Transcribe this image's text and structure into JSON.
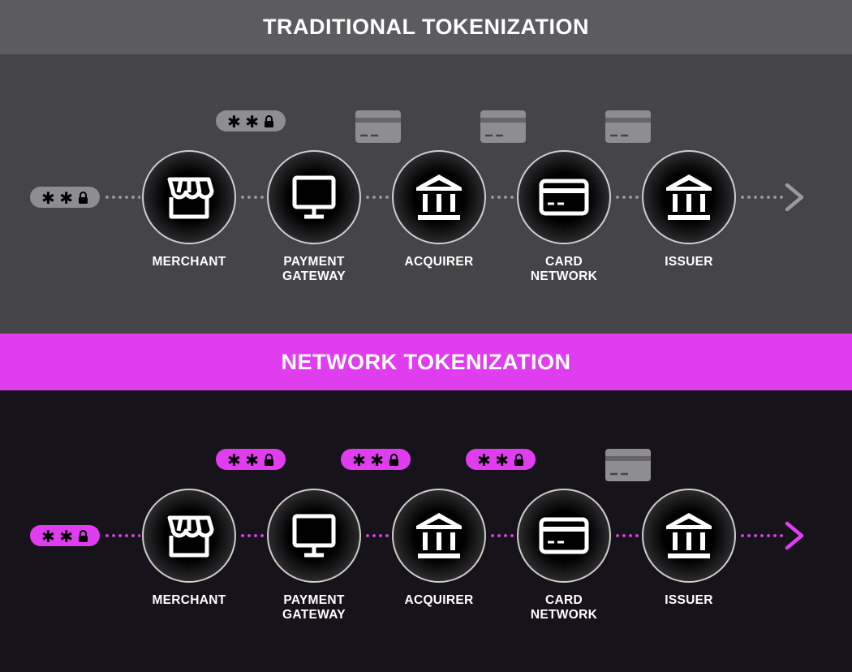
{
  "traditional": {
    "title": "TRADITIONAL TOKENIZATION",
    "accent": "#9a9a9c",
    "token_symbols": "✱ ✱",
    "nodes": [
      {
        "label": "MERCHANT",
        "icon": "storefront-icon",
        "carried": "none"
      },
      {
        "label": "PAYMENT\nGATEWAY",
        "icon": "monitor-icon",
        "carried": "token"
      },
      {
        "label": "ACQUIRER",
        "icon": "bank-icon",
        "carried": "card"
      },
      {
        "label": "CARD\nNETWORK",
        "icon": "credit-card-icon",
        "carried": "card"
      },
      {
        "label": "ISSUER",
        "icon": "bank-icon",
        "carried": "card"
      }
    ]
  },
  "network": {
    "title": "NETWORK TOKENIZATION",
    "accent": "#e13df0",
    "token_symbols": "✱ ✱",
    "nodes": [
      {
        "label": "MERCHANT",
        "icon": "storefront-icon",
        "carried": "none"
      },
      {
        "label": "PAYMENT\nGATEWAY",
        "icon": "monitor-icon",
        "carried": "token"
      },
      {
        "label": "ACQUIRER",
        "icon": "bank-icon",
        "carried": "token"
      },
      {
        "label": "CARD\nNETWORK",
        "icon": "credit-card-icon",
        "carried": "token"
      },
      {
        "label": "ISSUER",
        "icon": "bank-icon",
        "carried": "card"
      }
    ]
  }
}
